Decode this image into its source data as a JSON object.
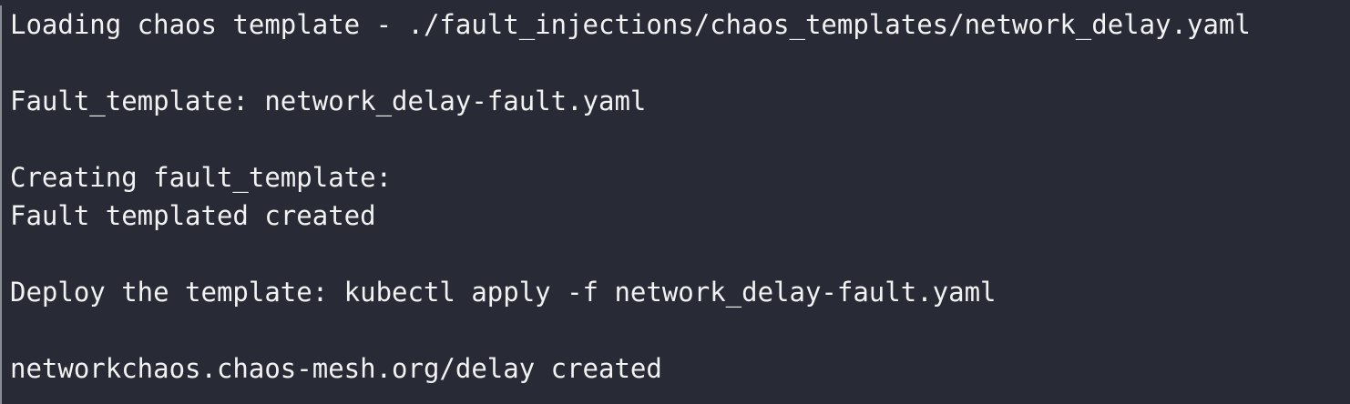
{
  "colors": {
    "background": "#282a36",
    "text": "#f2f2f2",
    "left_border": "#8a8c96"
  },
  "terminal": {
    "lines": [
      "Loading chaos template - ./fault_injections/chaos_templates/network_delay.yaml",
      "",
      "Fault_template: network_delay-fault.yaml",
      "",
      "Creating fault_template:",
      "Fault templated created",
      "",
      "Deploy the template: kubectl apply -f network_delay-fault.yaml",
      "",
      "networkchaos.chaos-mesh.org/delay created"
    ]
  }
}
